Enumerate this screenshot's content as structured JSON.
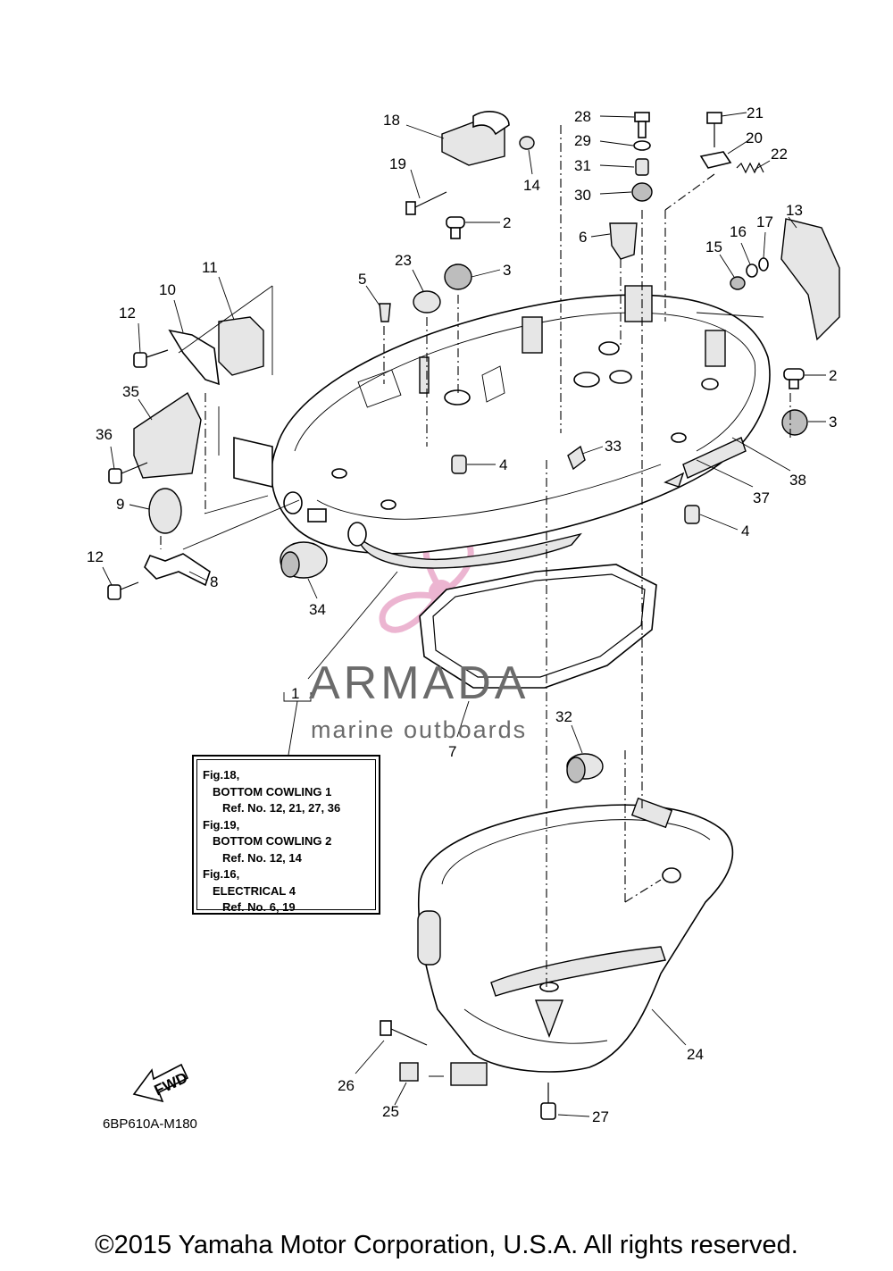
{
  "diagram_code": "6BP610A-M180",
  "copyright": "©2015 Yamaha Motor Corporation, U.S.A. All rights reserved.",
  "watermark": {
    "name": "ARMADA",
    "tagline": "marine outboards",
    "color": "#6b6b6b",
    "logo_color": "#e9a9c9"
  },
  "fwd_label": "FWD",
  "reference_box": {
    "lines": [
      "Fig.18,",
      "BOTTOM COWLING 1",
      "Ref. No. 12, 21, 27, 36",
      "Fig.19,",
      "BOTTOM COWLING 2",
      "Ref. No. 12, 14",
      "Fig.16,",
      "ELECTRICAL 4",
      "Ref. No. 6, 19"
    ]
  },
  "callouts": [
    "1",
    "2",
    "2",
    "3",
    "3",
    "4",
    "4",
    "5",
    "6",
    "7",
    "8",
    "9",
    "10",
    "11",
    "12",
    "12",
    "13",
    "14",
    "15",
    "16",
    "17",
    "18",
    "19",
    "20",
    "21",
    "22",
    "23",
    "24",
    "25",
    "26",
    "27",
    "28",
    "29",
    "30",
    "31",
    "32",
    "33",
    "34",
    "35",
    "36",
    "37",
    "38"
  ]
}
